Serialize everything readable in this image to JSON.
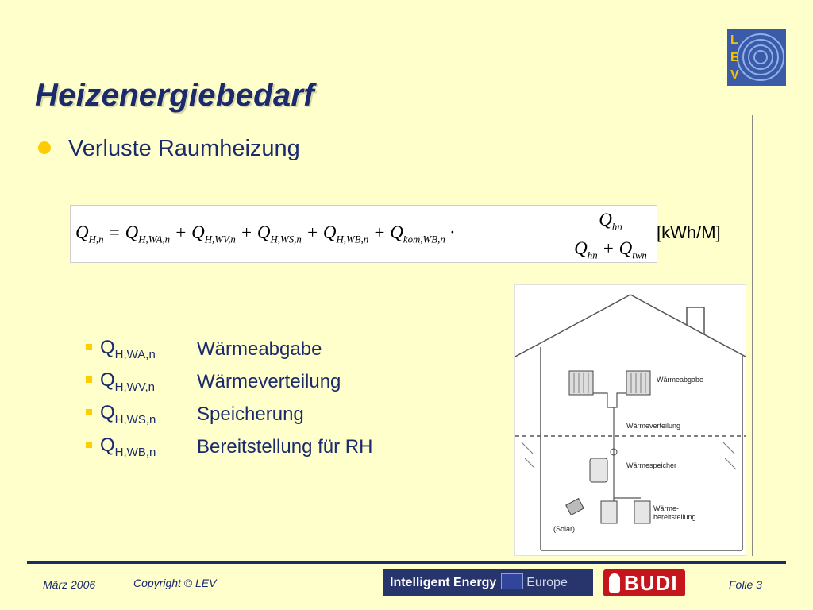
{
  "slide": {
    "title": "Heizenergiebedarf",
    "bullet": "Verluste Raumheizung",
    "formula": {
      "lhs_html": "Q<sub>H,n</sub> = Q<sub>H,WA,n</sub> + Q<sub>H,WV,n</sub> + Q<sub>H,WS,n</sub> + Q<sub>H,WB,n</sub> + Q<sub>kom,WB,n</sub> ·",
      "numerator_html": "Q<sub>hn</sub>",
      "denominator_html": "Q<sub>hn</sub> + Q<sub>twn</sub>",
      "unit": "[kWh/M]"
    },
    "items": [
      {
        "symbol": "Q",
        "sub": "H,WA,n",
        "desc": "Wärmeabgabe"
      },
      {
        "symbol": "Q",
        "sub": "H,WV,n",
        "desc": "Wärmeverteilung"
      },
      {
        "symbol": "Q",
        "sub": "H,WS,n",
        "desc": "Speicherung"
      },
      {
        "symbol": "Q",
        "sub": "H,WB,n",
        "desc": "Bereitstellung für RH"
      }
    ],
    "diagram_labels": {
      "waermeabgabe": "Wärmeabgabe",
      "waermeverteilung": "Wärmeverteilung",
      "waermespeicher": "Wärmespeicher",
      "bereitstellung_1": "Wärme-",
      "bereitstellung_2": "bereitstellung",
      "solar": "(Solar)"
    }
  },
  "logo": {
    "letters": [
      "L",
      "E",
      "V"
    ]
  },
  "footer": {
    "date": "März 2006",
    "copyright": "Copyright © LEV",
    "banner_text": "Intelligent Energy",
    "banner_europe": "Europe",
    "budi": "BUDI",
    "slide_number": "Folie 3"
  },
  "colors": {
    "background": "#ffffcc",
    "text": "#1a2a6c",
    "bullet": "#ffcc00",
    "budi_red": "#c4161c"
  }
}
